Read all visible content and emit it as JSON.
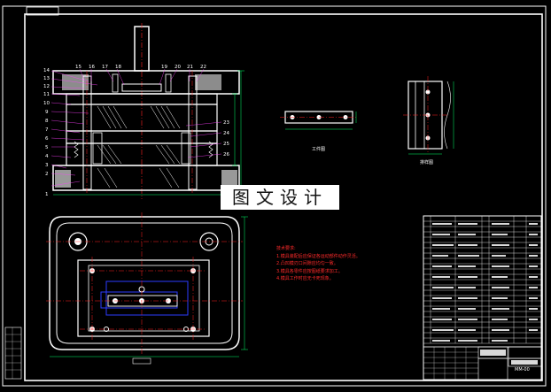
{
  "drawing": {
    "colors": {
      "background": "#000000",
      "outline": "#ffffff",
      "hatch": "#ffffff",
      "centerline": "#ff2020",
      "dimension": "#00ff66",
      "plate": "#2d3bff",
      "leaders": "#ff40ff",
      "frame": "#ffffff"
    },
    "watermark": "图文设计",
    "views": {
      "part_top": "工件图",
      "part_side": "排样图"
    },
    "requirements": {
      "heading": "技术要求:",
      "items": [
        "1.模具装配后应保证各运动部件动作灵活。",
        "2.凸凹模刃口间隙应均匀一致。",
        "3.模具各零件应按图纸要求加工。",
        "4.模具工作时应无卡死现象。"
      ]
    },
    "left_callouts": [
      "14",
      "13",
      "12",
      "11",
      "10",
      "9",
      "8",
      "7",
      "6",
      "5",
      "4",
      "3",
      "2",
      "1"
    ],
    "top_callouts": [
      "15",
      "16",
      "17",
      "18",
      "19",
      "20",
      "21",
      "22"
    ],
    "right_callouts": [
      "23",
      "24",
      "25",
      "26"
    ],
    "drawing_number": "MM-00"
  }
}
